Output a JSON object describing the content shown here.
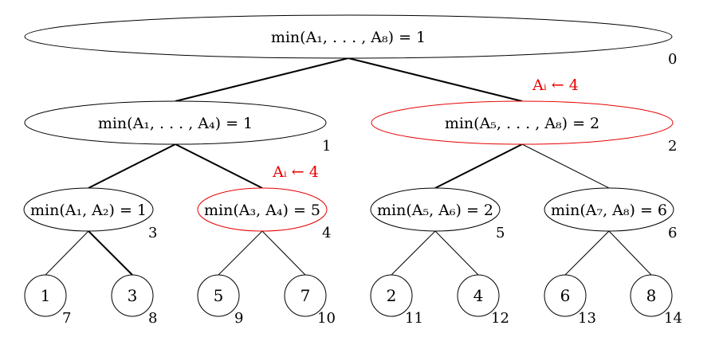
{
  "nodes": [
    {
      "id": 0,
      "text": "min(A₁, . . . , A₈) = 1",
      "index": "0",
      "highlight": false
    },
    {
      "id": 1,
      "text": "min(A₁, . . . , A₄) = 1",
      "index": "1",
      "highlight": false
    },
    {
      "id": 2,
      "text": "min(A₅, . . . , A₈) = 2",
      "index": "2",
      "highlight": true
    },
    {
      "id": 3,
      "text": "min(A₁, A₂) = 1",
      "index": "3",
      "highlight": false
    },
    {
      "id": 4,
      "text": "min(A₃, A₄) = 5",
      "index": "4",
      "highlight": true
    },
    {
      "id": 5,
      "text": "min(A₅, A₆) = 2",
      "index": "5",
      "highlight": false
    },
    {
      "id": 6,
      "text": "min(A₇, A₈) = 6",
      "index": "6",
      "highlight": false
    },
    {
      "id": 7,
      "text": "1",
      "index": "7",
      "highlight": false
    },
    {
      "id": 8,
      "text": "3",
      "index": "8",
      "highlight": false
    },
    {
      "id": 9,
      "text": "5",
      "index": "9",
      "highlight": false
    },
    {
      "id": 10,
      "text": "7",
      "index": "10",
      "highlight": false
    },
    {
      "id": 11,
      "text": "2",
      "index": "11",
      "highlight": false
    },
    {
      "id": 12,
      "text": "4",
      "index": "12",
      "highlight": false
    },
    {
      "id": 13,
      "text": "6",
      "index": "13",
      "highlight": false
    },
    {
      "id": 14,
      "text": "8",
      "index": "14",
      "highlight": false
    }
  ],
  "edges": [
    {
      "from": 0,
      "to": 1,
      "bold": true
    },
    {
      "from": 0,
      "to": 2,
      "bold": true
    },
    {
      "from": 1,
      "to": 3,
      "bold": true
    },
    {
      "from": 1,
      "to": 4,
      "bold": true
    },
    {
      "from": 2,
      "to": 5,
      "bold": true
    },
    {
      "from": 2,
      "to": 6,
      "bold": false
    },
    {
      "from": 3,
      "to": 7,
      "bold": false
    },
    {
      "from": 3,
      "to": 8,
      "bold": true
    },
    {
      "from": 4,
      "to": 9,
      "bold": false
    },
    {
      "from": 4,
      "to": 10,
      "bold": false
    },
    {
      "from": 5,
      "to": 11,
      "bold": false
    },
    {
      "from": 5,
      "to": 12,
      "bold": false
    },
    {
      "from": 6,
      "to": 13,
      "bold": false
    },
    {
      "from": 6,
      "to": 14,
      "bold": false
    }
  ],
  "updates": [
    {
      "text": "Aᵢ ← 4",
      "near_node": 2
    },
    {
      "text": "Aᵢ ← 4",
      "near_node": 4
    }
  ],
  "colors": {
    "highlight": "#e60000",
    "stroke": "#000000"
  }
}
